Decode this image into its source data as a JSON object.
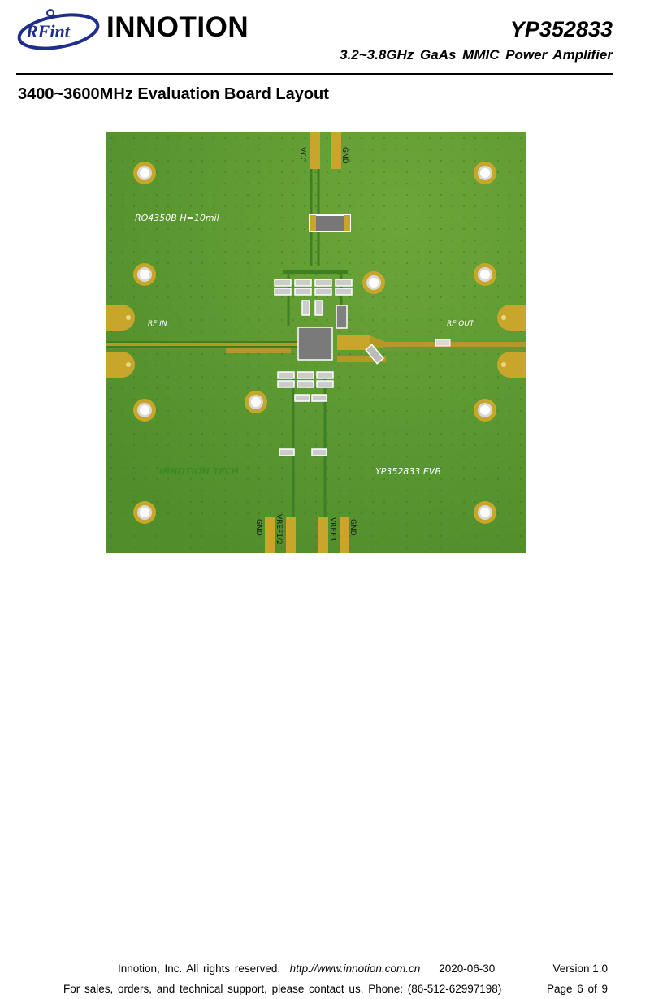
{
  "header": {
    "logo_text": "RFint",
    "brand": "INNOTION",
    "part_number": "YP352833",
    "subtitle": "3.2~3.8GHz GaAs MMIC Power Amplifier"
  },
  "section": {
    "title": "3400~3600MHz Evaluation Board Layout"
  },
  "board": {
    "substrate_label": "RO4350B H=10mil",
    "label_vcc": "VCC",
    "label_gnd_top": "GND",
    "label_rf_in": "RF IN",
    "label_rf_out": "RF OUT",
    "label_company": "INNOTION TECH",
    "label_evb": "YP352833 EVB",
    "label_gnd_bottom_left": "GND",
    "label_vref12": "VREF1/2",
    "label_vref3": "VREF3",
    "label_gnd_bottom_right": "GND",
    "colors": {
      "soldermask": "#5d9b32",
      "copper": "#c8a62a",
      "trace": "#3e7f23",
      "pad": "#c9a634"
    }
  },
  "footer": {
    "copyright": "Innotion,  Inc.  All  rights  reserved.",
    "url": "http://www.innotion.com.cn",
    "date": "2020-06-30",
    "version": "Version  1.0",
    "contact": "For  sales,  orders,  and  technical  support,  please  contact  us,  Phone:  (86-512-62997198)",
    "page": "Page  6  of  9"
  }
}
